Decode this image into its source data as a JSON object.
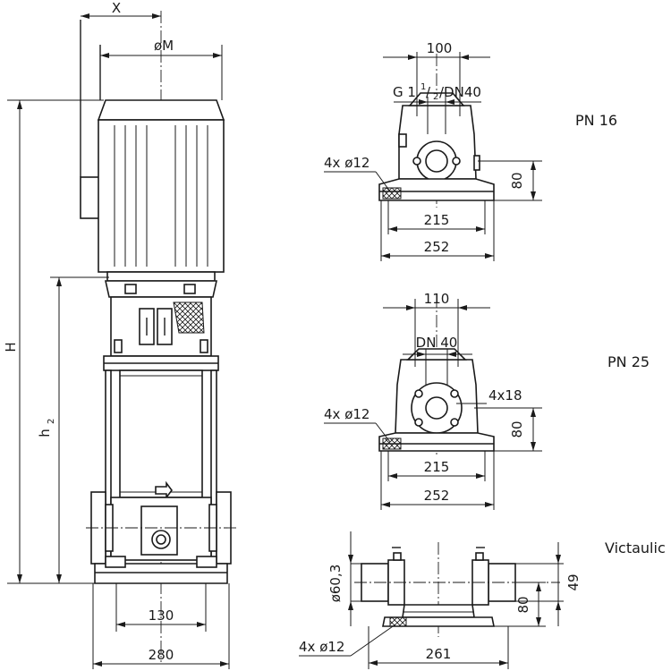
{
  "dimensions": {
    "x": "X",
    "motor_dia": "øM",
    "height_total": "H",
    "height_h2": "h",
    "height_h2_sub": "2",
    "base_130": "130",
    "base_280": "280"
  },
  "pn16": {
    "title": "PN 16",
    "width_100": "100",
    "connection_g": "G 1",
    "connection_num": "1",
    "connection_den": "2",
    "connection_dn": "/DN40",
    "holes": "4x ø12",
    "height_80": "80",
    "width_215": "215",
    "width_252": "252"
  },
  "pn25": {
    "title": "PN 25",
    "width_110": "110",
    "connection_dn": "DN 40",
    "flange_holes": "4x18",
    "holes": "4x ø12",
    "height_80": "80",
    "width_215": "215",
    "width_252": "252"
  },
  "victaulic": {
    "title": "Victaulic",
    "dia": "ø60,3",
    "height_49": "49",
    "height_80": "80",
    "holes": "4x ø12",
    "width_261": "261"
  }
}
